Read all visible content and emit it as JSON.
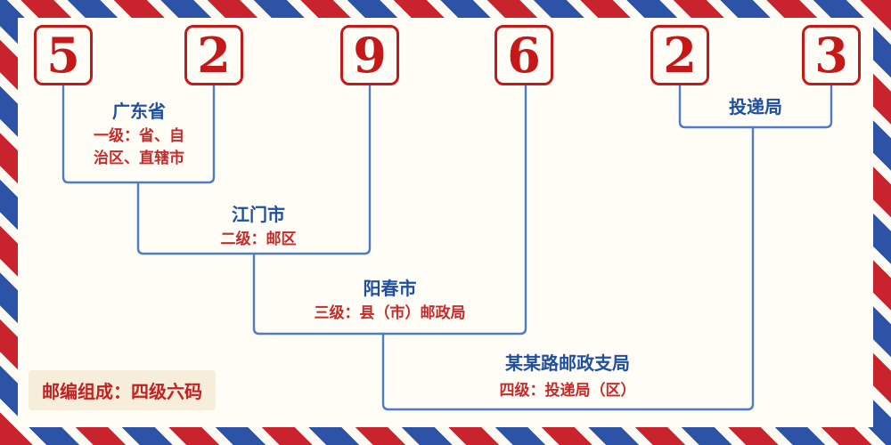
{
  "digits": [
    "5",
    "2",
    "9",
    "6",
    "2",
    "3"
  ],
  "levels": {
    "level1": {
      "name": "广东省",
      "desc1": "一级：省、自",
      "desc2": "治区、直辖市"
    },
    "level2": {
      "name": "江门市",
      "desc": "二级：邮区"
    },
    "level3": {
      "name": "阳春市",
      "desc": "三级：县（市）邮政局"
    },
    "level4": {
      "name": "某某路邮政支局",
      "desc": "四级：投递局（区）"
    },
    "delivery": {
      "name": "投递局"
    }
  },
  "footer": {
    "label": "邮编组成：四级六码"
  },
  "colors": {
    "digit_red": "#c51818",
    "name_blue": "#1e4fa1",
    "desc_red": "#c52b2b",
    "line_blue": "#4b7cc4",
    "stripe_red": "#c9242e",
    "stripe_blue": "#2d53a6",
    "background": "#fffdf6",
    "badge_background": "#f6eedb"
  }
}
